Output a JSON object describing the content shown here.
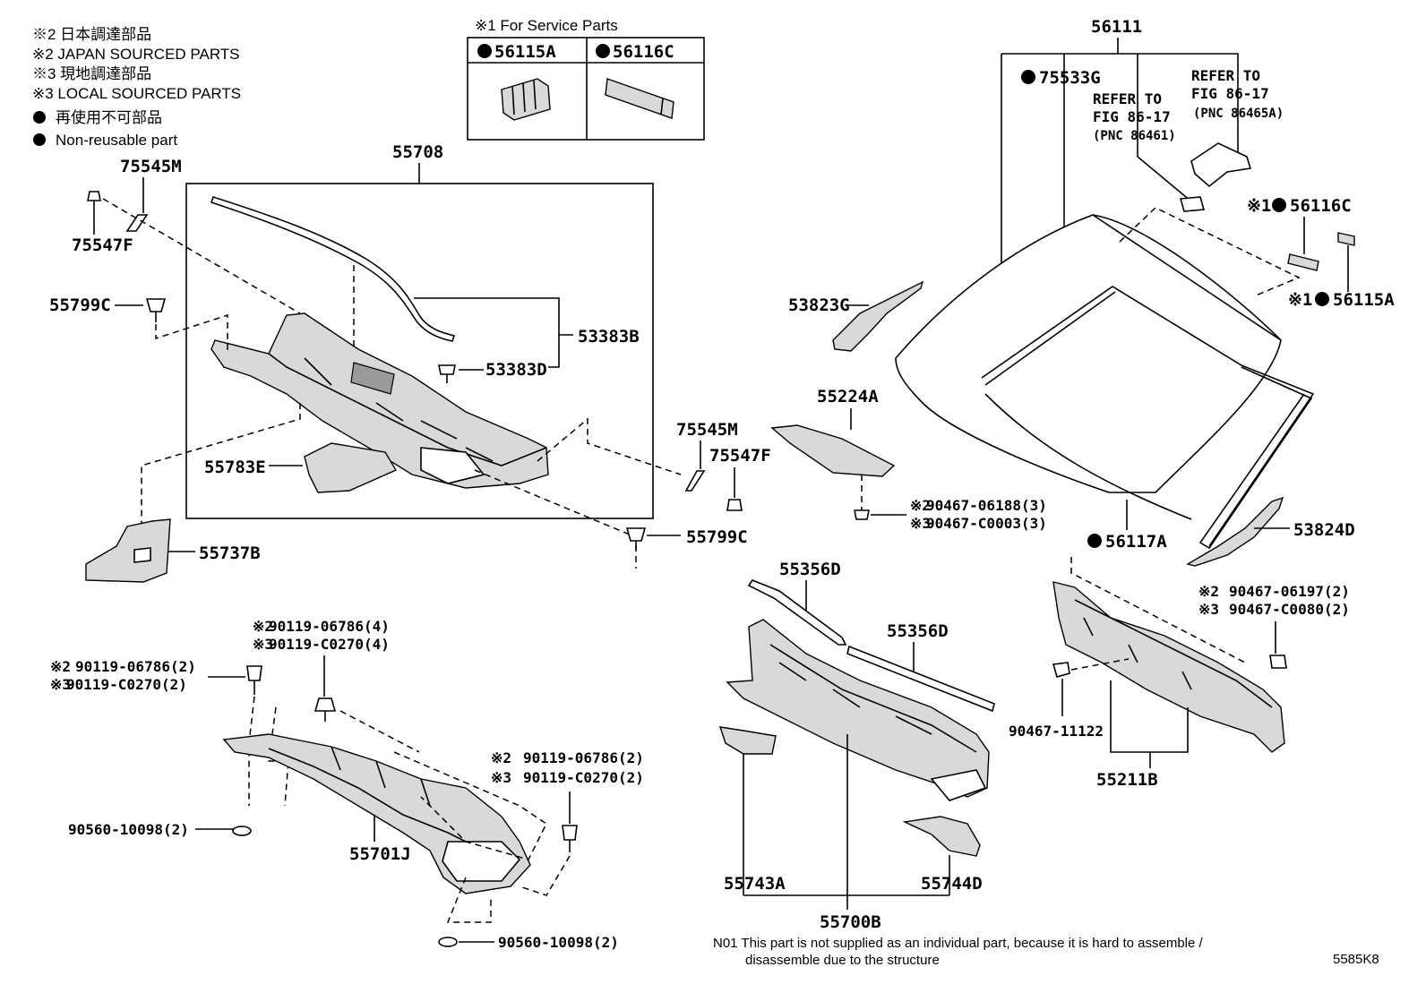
{
  "legend": {
    "line1": "※2 日本調達部品",
    "line2": "※2 JAPAN SOURCED PARTS",
    "line3": "※3 現地調達部品",
    "line4": "※3 LOCAL SOURCED PARTS",
    "line5": "再使用不可部品",
    "line6": "Non-reusable part"
  },
  "service_box": {
    "title": "※1 For Service Parts",
    "left_part": "56115A",
    "right_part": "56116C"
  },
  "labels": {
    "p55708": "55708",
    "p75545M_l": "75545M",
    "p75547F_l": "75547F",
    "p55799C_l": "55799C",
    "p53383B": "53383B",
    "p53383D": "53383D",
    "p55783E": "55783E",
    "p55737B": "55737B",
    "p75545M_r": "75545M",
    "p75547F_r": "75547F",
    "p55799C_r": "55799C",
    "p56111": "56111",
    "p75533G": "75533G",
    "refer1_a": "REFER TO",
    "refer1_b": "FIG 86-17",
    "refer1_c": "(PNC 86461)",
    "refer2_a": "REFER TO",
    "refer2_b": "FIG 86-17",
    "refer2_c": "(PNC 86465A)",
    "p56116C": "56116C",
    "p56115A": "56115A",
    "p53823G": "53823G",
    "p55224A": "55224A",
    "bolt1_a": "90467-06188(3)",
    "bolt1_b": "90467-C0003(3)",
    "p56117A": "56117A",
    "p53824D": "53824D",
    "p55356D_a": "55356D",
    "p55356D_b": "55356D",
    "clip_a": "90467-06197(2)",
    "clip_b": "90467-C0080(2)",
    "p9046711122": "90467-11122",
    "p55211B": "55211B",
    "bolt_a1": "90119-06786(4)",
    "bolt_a2": "90119-C0270(4)",
    "bolt_b1": "90119-06786(2)",
    "bolt_b2": "90119-C0270(2)",
    "bolt_c1": "90119-06786(2)",
    "bolt_c2": "90119-C0270(2)",
    "p90560_1": "90560-10098(2)",
    "p55701J": "55701J",
    "p90560_2": "90560-10098(2)",
    "p55743A": "55743A",
    "p55744D": "55744D",
    "p55700B": "55700B",
    "mark1": "※1",
    "mark2": "※2",
    "mark3": "※3"
  },
  "note": {
    "line1": "N01 This part is not supplied as an individual part, because it is hard to assemble /",
    "line2": "disassemble due to the structure"
  },
  "fig_code": "5585K8"
}
